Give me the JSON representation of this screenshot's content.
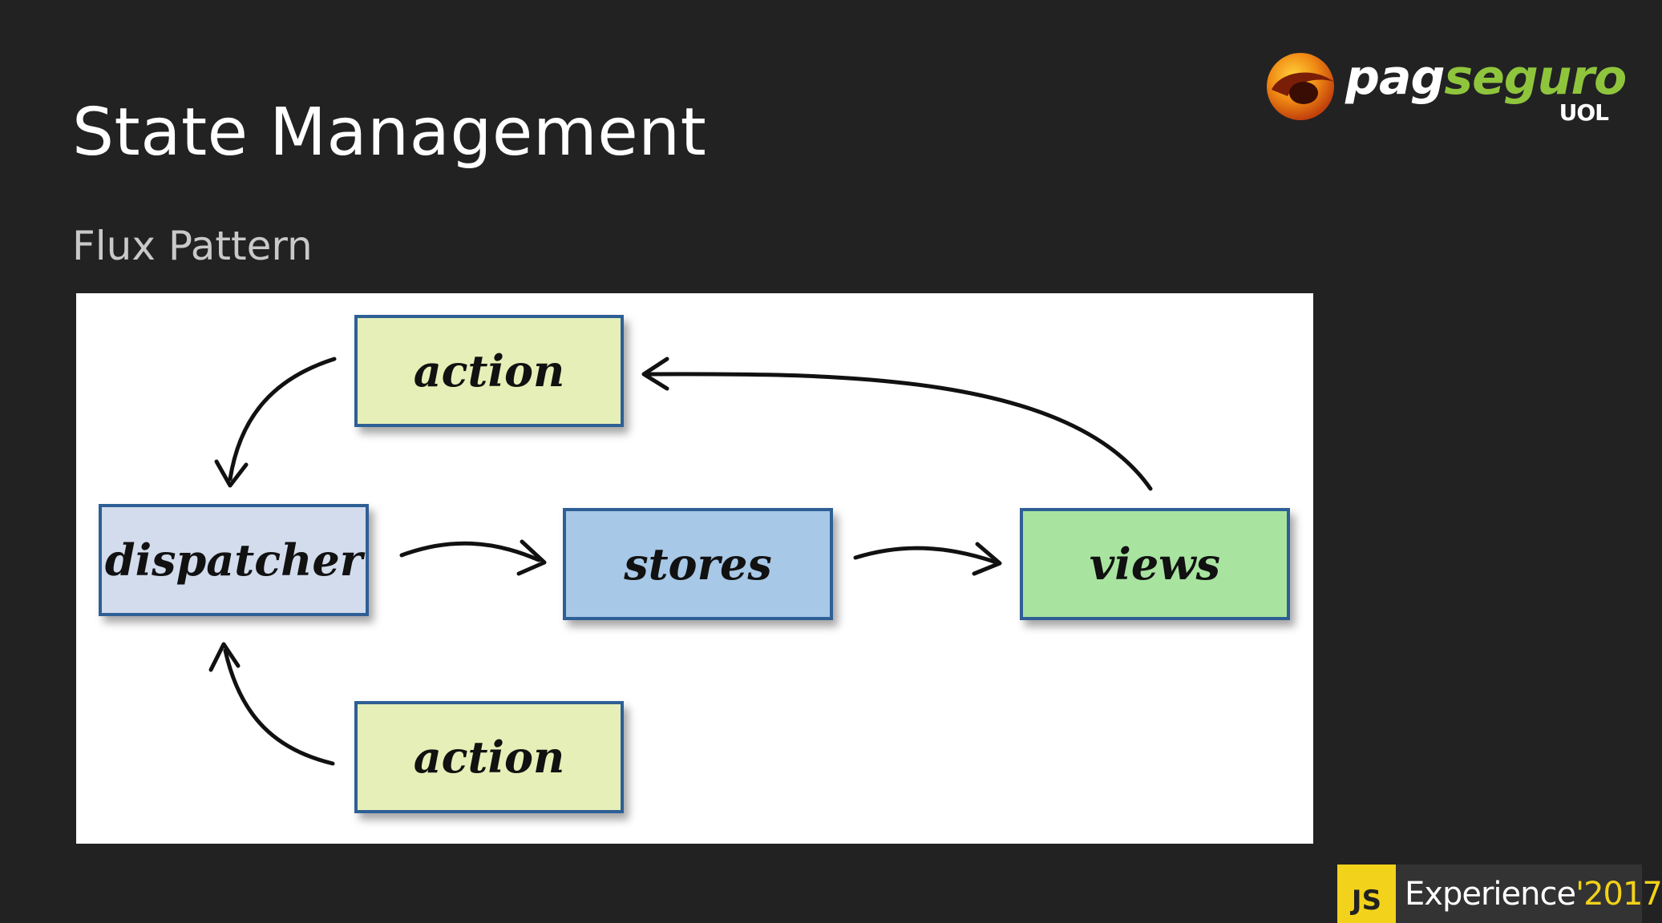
{
  "slide": {
    "title": "State Management",
    "subtitle": "Flux Pattern"
  },
  "logo": {
    "word_pag": "pag",
    "word_seguro": "seguro",
    "word_uol": "UOL"
  },
  "diagram": {
    "nodes": {
      "action_top": "action",
      "action_bottom": "action",
      "dispatcher": "dispatcher",
      "stores": "stores",
      "views": "views"
    },
    "colors": {
      "action": "#e6efb7",
      "dispatcher": "#d2dcec",
      "stores": "#a8c8e7",
      "views": "#a8e4a0",
      "border": "#2e5f95"
    }
  },
  "badge": {
    "js": "JS",
    "text": "Experience",
    "year": "'2017"
  }
}
